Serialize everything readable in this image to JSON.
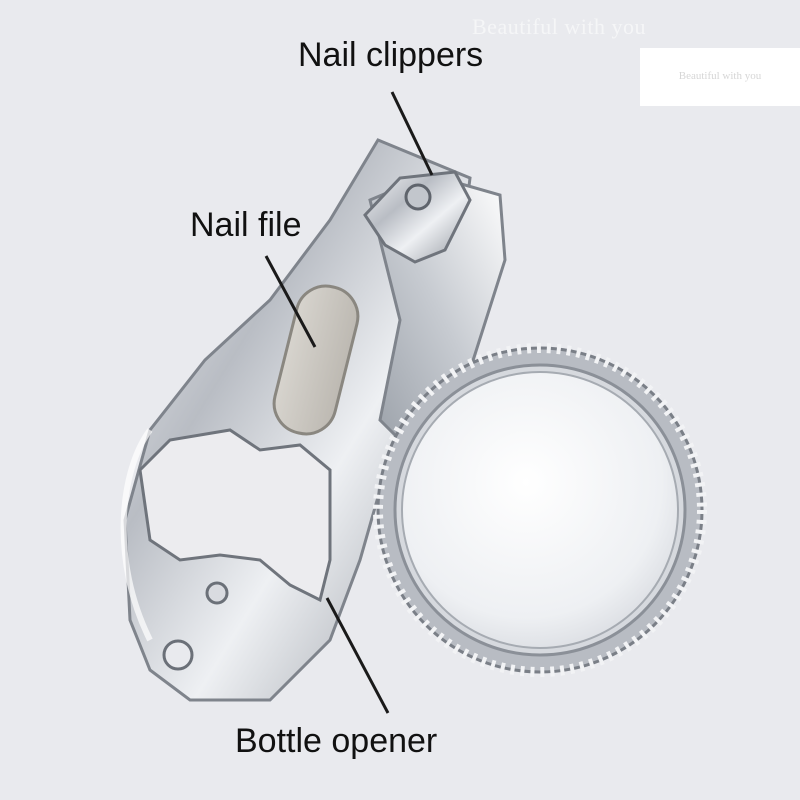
{
  "watermark": {
    "background_text": "Beautiful with you",
    "box_text": "Beautiful with you"
  },
  "labels": {
    "nail_clippers": "Nail clippers",
    "nail_file": "Nail file",
    "bottle_opener": "Bottle opener"
  },
  "colors": {
    "background": "#e9eaee",
    "metal": "#cfd2d8",
    "label_text": "#111111"
  }
}
